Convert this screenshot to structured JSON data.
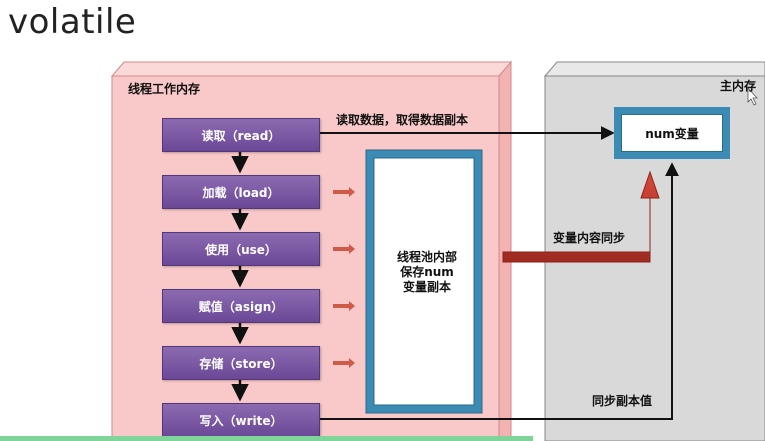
{
  "title": "volatile",
  "thread_memory": {
    "label": "线程工作内存"
  },
  "main_memory": {
    "label": "主内存"
  },
  "steps": [
    {
      "label": "读取（read）"
    },
    {
      "label": "加载（load）"
    },
    {
      "label": "使用（use）"
    },
    {
      "label": "赋值（asign）"
    },
    {
      "label": "存储（store）"
    },
    {
      "label": "写入（write）"
    }
  ],
  "pool": {
    "text": "线程池内部\n保存num\n变量副本"
  },
  "num_var": {
    "label": "num变量"
  },
  "edges": {
    "read_label": "读取数据，取得数据副本",
    "sync_label": "变量内容同步",
    "write_label": "同步副本值"
  },
  "colors": {
    "thread_bg": "#f9c8c8",
    "main_bg": "#d9d9d9",
    "node": "#7554a0",
    "pool_border": "#3c8bb5",
    "sync_arrow": "#c0392b"
  }
}
